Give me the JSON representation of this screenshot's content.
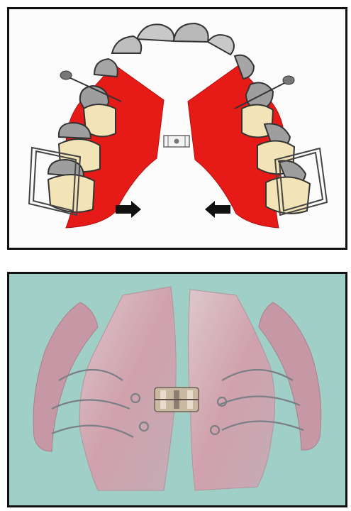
{
  "figure": {
    "panels": [
      {
        "id": "diagram",
        "kind": "schematic",
        "arrows": [
          "right",
          "left"
        ]
      },
      {
        "id": "photo",
        "kind": "photograph"
      }
    ]
  },
  "colors": {
    "acrylic_plate": "#e61b18",
    "tooth_crown": "#f2e4b6",
    "tooth_shadow": "#8f8f8f",
    "photo_background": "#9fcfc6",
    "frame": "#111111"
  },
  "icons": [
    "arrow-right-icon",
    "arrow-left-icon",
    "expansion-screw-icon"
  ]
}
